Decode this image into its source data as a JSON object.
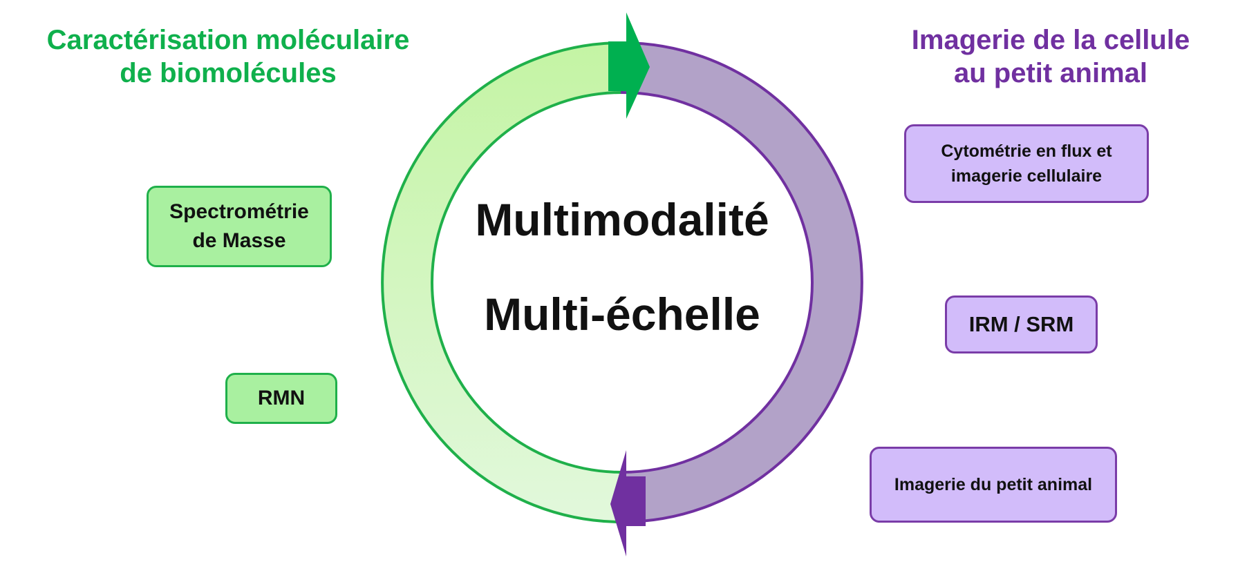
{
  "headings": {
    "left": "Caractérisation moléculaire\nde biomolécules",
    "right": "Imagerie de la cellule\nau petit animal"
  },
  "center": {
    "line1": "Multimodalité",
    "line2": "Multi-échelle"
  },
  "left_boxes": [
    {
      "label": "Spectrométrie\nde Masse"
    },
    {
      "label": "RMN"
    }
  ],
  "right_boxes": [
    {
      "label": "Cytométrie en flux et\nimagerie cellulaire"
    },
    {
      "label": "IRM / SRM"
    },
    {
      "label": "Imagerie du petit animal"
    }
  ],
  "colors": {
    "green_text": "#0fb04c",
    "purple_text": "#7030a0",
    "green_arc_fill": "#c8f4ad",
    "green_border": "#1fb04a",
    "purple_arc_fill": "#b2a2c8",
    "purple_border": "#7030a0",
    "green_box_fill": "#a9f0a0",
    "purple_box_fill": "#d2bcfa"
  }
}
